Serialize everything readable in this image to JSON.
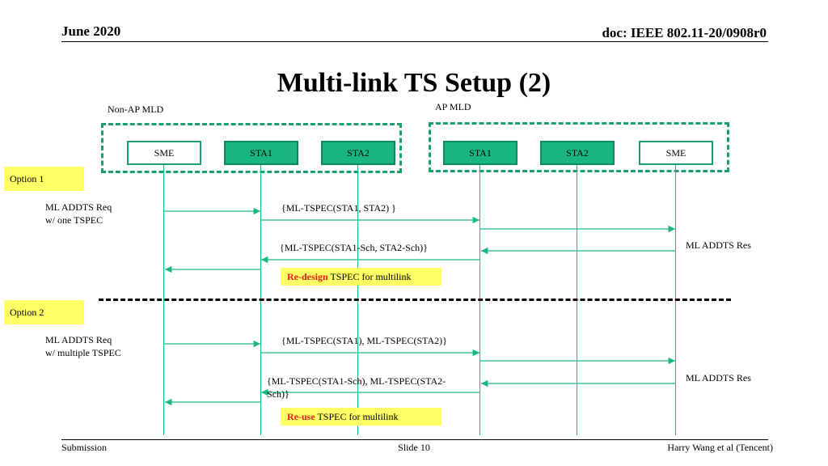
{
  "header": {
    "date": "June 2020",
    "doc": "doc: IEEE 802.11-20/0908r0"
  },
  "title": "Multi-link TS Setup (2)",
  "groups": {
    "non_ap": "Non-AP MLD",
    "ap": "AP MLD"
  },
  "entities": [
    "SME",
    "STA1",
    "STA2",
    "STA1",
    "STA2",
    "SME"
  ],
  "option1": {
    "label": "Option 1",
    "request": [
      "ML ADDTS Req",
      "w/ one TSPEC"
    ],
    "req_tspec": "{ML-TSPEC(STA1, STA2) }",
    "response": "ML ADDTS Res",
    "res_tspec": "{ML-TSPEC(STA1-Sch, STA2-Sch)}",
    "note_highlight": "Re-design",
    "note_rest": " TSPEC for multilink"
  },
  "option2": {
    "label": "Option 2",
    "request": [
      "ML ADDTS Req",
      "w/ multiple TSPEC"
    ],
    "req_tspec": "{ML-TSPEC(STA1), ML-TSPEC(STA2)}",
    "response": "ML ADDTS Res",
    "res_tspec": [
      "{ML-TSPEC(STA1-Sch), ML-TSPEC(STA2-",
      "Sch)}"
    ],
    "note_highlight": "Re-use",
    "note_rest": " TSPEC for multilink"
  },
  "footer": {
    "left": "Submission",
    "center": "Slide 10",
    "right": "Harry Wang et al (Tencent)"
  },
  "colors": {
    "accent": "#19b681",
    "highlight": "#ffff66",
    "emphasis": "#e21c1c"
  }
}
